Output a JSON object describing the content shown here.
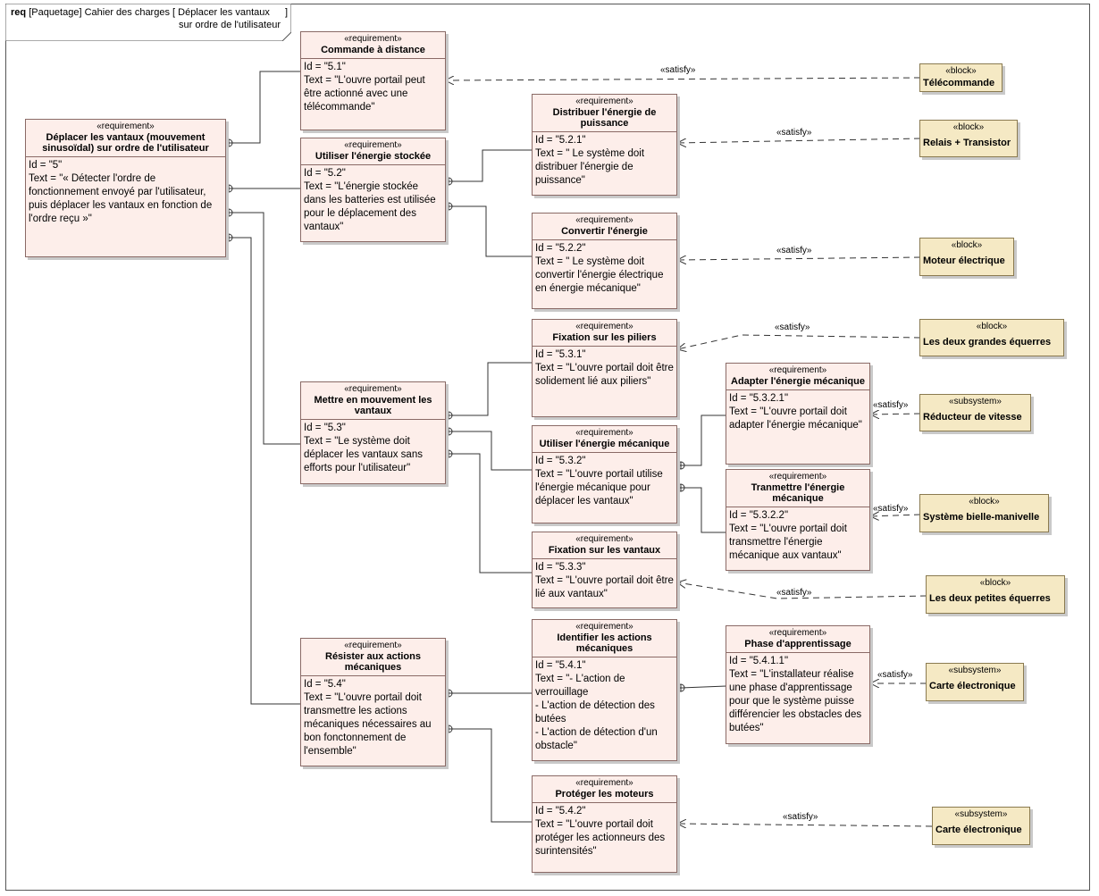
{
  "diagram": {
    "kind_label": "req",
    "package_label": "[Paquetage] Cahier des charges",
    "name_line1": "[ Déplacer les vantaux",
    "name_line2": "sur ordre de l'utilisateur",
    "name_close": "]"
  },
  "requirements": {
    "r5": {
      "stereo": "«requirement»",
      "name": "Déplacer les vantaux (mouvement sinusoïdal) sur ordre de l'utilisateur",
      "id": "Id = \"5\"",
      "text": "Text = \"« Détecter l'ordre de fonctionnement envoyé par l'utilisateur, puis déplacer les vantaux en fonction de l'ordre reçu »\""
    },
    "r51": {
      "stereo": "«requirement»",
      "name": "Commande à distance",
      "id": "Id = \"5.1\"",
      "text": "Text = \"L'ouvre portail peut être actionné avec une télécommande\""
    },
    "r52": {
      "stereo": "«requirement»",
      "name": "Utiliser l'énergie stockée",
      "id": "Id = \"5.2\"",
      "text": "Text = \"L'énergie stockée dans les batteries est utilisée pour le déplacement des vantaux\""
    },
    "r521": {
      "stereo": "«requirement»",
      "name": "Distribuer l'énergie de puissance",
      "id": "Id = \"5.2.1\"",
      "text": "Text = \" Le système doit distribuer l'énergie de puissance\""
    },
    "r522": {
      "stereo": "«requirement»",
      "name": "Convertir l'énergie",
      "id": "Id = \"5.2.2\"",
      "text": "Text = \" Le système doit convertir l'énergie électrique en énergie mécanique\""
    },
    "r53": {
      "stereo": "«requirement»",
      "name": "Mettre en mouvement les vantaux",
      "id": "Id = \"5.3\"",
      "text": "Text = \"Le système doit déplacer les vantaux sans efforts pour l'utilisateur\""
    },
    "r531": {
      "stereo": "«requirement»",
      "name": "Fixation sur les piliers",
      "id": "Id = \"5.3.1\"",
      "text": "Text = \"L'ouvre portail doit être solidement lié aux piliers\""
    },
    "r532": {
      "stereo": "«requirement»",
      "name": "Utiliser l'énergie mécanique",
      "id": "Id = \"5.3.2\"",
      "text": "Text = \"L'ouvre portail utilise l'énergie mécanique pour déplacer les vantaux\""
    },
    "r5321": {
      "stereo": "«requirement»",
      "name": "Adapter l'énergie mécanique",
      "id": "Id = \"5.3.2.1\"",
      "text": "Text = \"L'ouvre portail doit adapter l'énergie mécanique\""
    },
    "r5322": {
      "stereo": "«requirement»",
      "name": "Tranmettre l'énergie mécanique",
      "id": "Id = \"5.3.2.2\"",
      "text": "Text = \"L'ouvre portail doit transmettre l'énergie mécanique aux vantaux\""
    },
    "r533": {
      "stereo": "«requirement»",
      "name": "Fixation sur les vantaux",
      "id": "Id = \"5.3.3\"",
      "text": "Text = \"L'ouvre portail doit être lié aux vantaux\""
    },
    "r54": {
      "stereo": "«requirement»",
      "name": "Résister aux actions mécaniques",
      "id": "Id = \"5.4\"",
      "text": "Text = \"L'ouvre portail doit transmettre les actions mécaniques nécessaires au bon fonctonnement de l'ensemble\""
    },
    "r541": {
      "stereo": "«requirement»",
      "name": "Identifier les actions mécaniques",
      "id": "Id = \"5.4.1\"",
      "text": "Text = \"- L'action de verrouillage\n- L'action de détection des butées\n- L'action de détection d'un obstacle\""
    },
    "r5411": {
      "stereo": "«requirement»",
      "name": "Phase d'apprentissage",
      "id": "Id = \"5.4.1.1\"",
      "text": "Text = \"L'installateur réalise une phase d'apprentissage pour que le système puisse différencier les obstacles des butées\""
    },
    "r542": {
      "stereo": "«requirement»",
      "name": "Protéger les moteurs",
      "id": "Id = \"5.4.2\"",
      "text": "Text = \"L'ouvre portail doit protéger les actionneurs des surintensités\""
    }
  },
  "blocks": {
    "telecommande": {
      "stereo": "«block»",
      "name": "Télécommande"
    },
    "relais": {
      "stereo": "«block»",
      "name": "Relais + Transistor"
    },
    "moteur": {
      "stereo": "«block»",
      "name": "Moteur électrique"
    },
    "grandes": {
      "stereo": "«block»",
      "name": "Les deux grandes équerres"
    },
    "reducteur": {
      "stereo": "«subsystem»",
      "name": "Réducteur de vitesse"
    },
    "bielle": {
      "stereo": "«block»",
      "name": "Système bielle-manivelle"
    },
    "petites": {
      "stereo": "«block»",
      "name": "Les deux petites équerres"
    },
    "carte1": {
      "stereo": "«subsystem»",
      "name": "Carte électronique"
    },
    "carte2": {
      "stereo": "«subsystem»",
      "name": "Carte électronique"
    }
  },
  "relation_label": "«satisfy»"
}
